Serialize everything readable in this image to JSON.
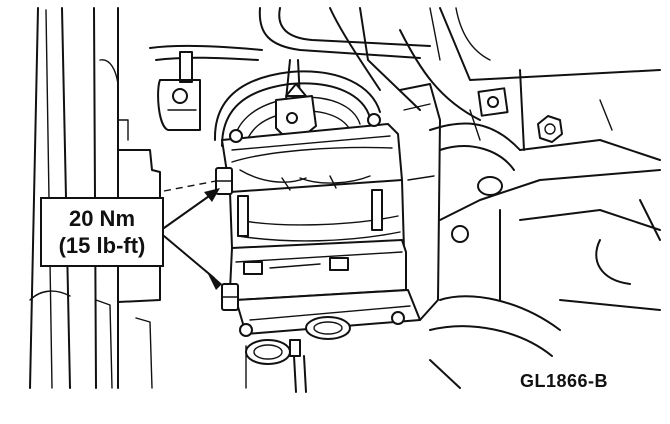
{
  "torque_callout": {
    "metric": "20 Nm",
    "imperial": "(15 lb-ft)"
  },
  "figure_id": "GL1866-B"
}
